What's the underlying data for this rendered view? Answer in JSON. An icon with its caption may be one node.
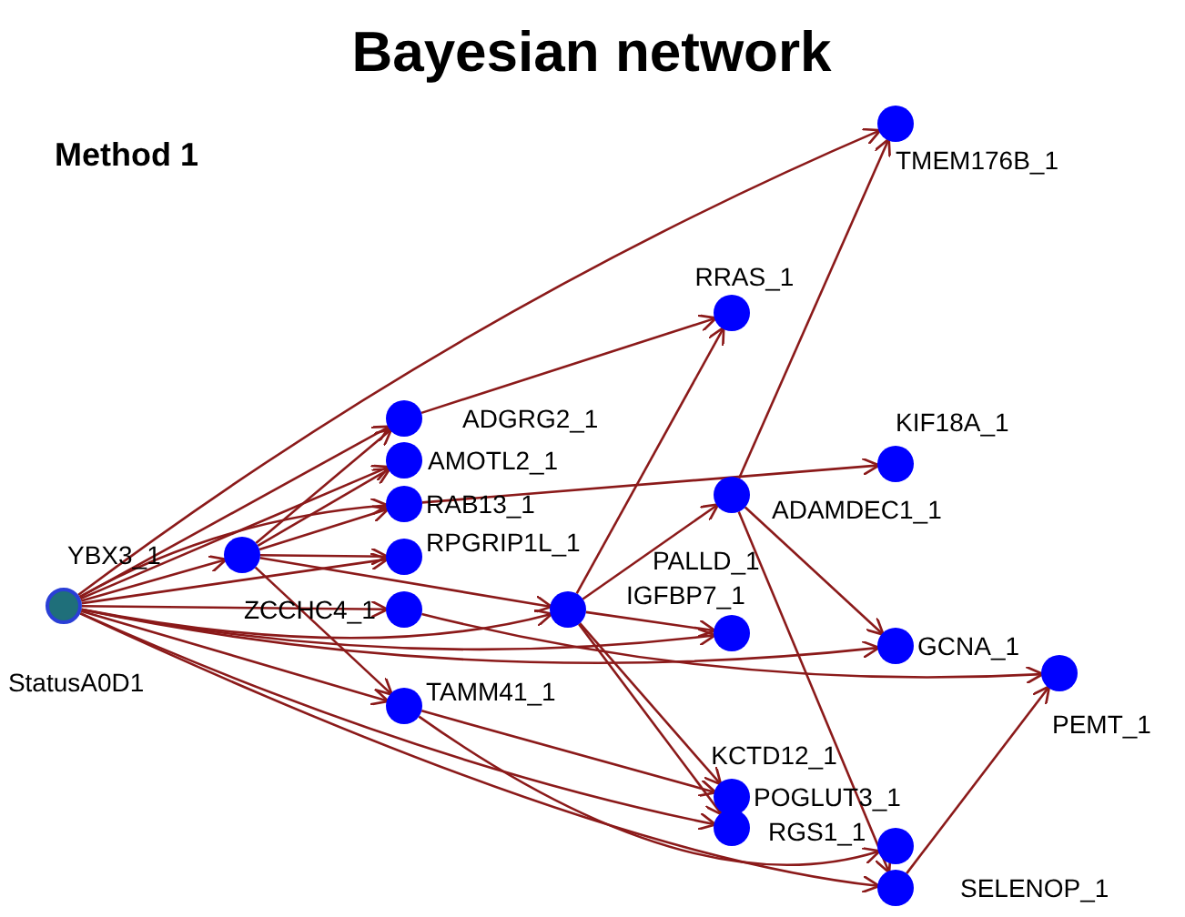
{
  "diagram": {
    "title": "Bayesian network",
    "nodes": [
      {
        "text": [
          "StatusA0D1"
        ]
      },
      {
        "text": [
          "ADGRG2_1"
        ]
      },
      {
        "text": [
          "AMOTL2_1"
        ]
      },
      {
        "text": [
          "RPGRIP1L_1"
        ]
      },
      {
        "text": [
          "RAB13_1"
        ]
      },
      {
        "text": [
          "YBX3_1"
        ]
      },
      {
        "text": [
          "ZCCHC4_1"
        ]
      },
      {
        "text": [
          "IGFBP7_1"
        ]
      },
      {
        "text": [
          "TAMM41_1"
        ]
      },
      {
        "text": [
          "TMEM176B_1"
        ]
      },
      {
        "text": [
          "RRAS_1"
        ]
      },
      {
        "text": [
          "KIF18A_1"
        ]
      },
      {
        "text": [
          "ADAMDEC1_1"
        ]
      },
      {
        "text": [
          "PALLD_1"
        ]
      },
      {
        "text": [
          "GCNA_1"
        ]
      },
      {
        "text": [
          "PEMT_1"
        ]
      },
      {
        "text": [
          "POGLUT3_1"
        ]
      },
      {
        "text": [
          "KCTD12_1"
        ]
      },
      {
        "text": [
          "RGS1_1"
        ]
      },
      {
        "text": [
          "SELENOP_1"
        ]
      }
    ],
    "edges": [
      {
        "from": 0,
        "to": 5,
        "arrow": "to"
      },
      {
        "from": 0,
        "to": 1,
        "arrow": "to"
      },
      {
        "from": 0,
        "to": 2,
        "arrow": "to"
      },
      {
        "from": 0,
        "to": 3,
        "arrow": "to"
      },
      {
        "from": 0,
        "to": 4,
        "arrow": "to"
      },
      {
        "from": 0,
        "to": 6,
        "arrow": "to"
      },
      {
        "from": 0,
        "to": 7,
        "arrow": "to"
      },
      {
        "from": 0,
        "to": 8,
        "arrow": "to"
      },
      {
        "from": 0,
        "to": 9,
        "arrow": "to"
      },
      {
        "from": 0,
        "to": 13,
        "arrow": "to"
      },
      {
        "from": 0,
        "to": 14,
        "arrow": "to"
      },
      {
        "from": 0,
        "to": 17,
        "arrow": "to"
      },
      {
        "from": 0,
        "to": 19,
        "arrow": "to"
      },
      {
        "from": 5,
        "to": 1,
        "arrow": "to"
      },
      {
        "from": 5,
        "to": 2,
        "arrow": "to"
      },
      {
        "from": 5,
        "to": 4,
        "arrow": "to"
      },
      {
        "from": 5,
        "to": 3,
        "arrow": "to"
      },
      {
        "from": 5,
        "to": 7,
        "arrow": "to"
      },
      {
        "from": 5,
        "to": 8,
        "arrow": "to"
      },
      {
        "from": 1,
        "to": 10,
        "arrow": "to"
      },
      {
        "from": 4,
        "to": 11,
        "arrow": "to"
      },
      {
        "from": 7,
        "to": 10,
        "arrow": "to"
      },
      {
        "from": 7,
        "to": 12,
        "arrow": "to"
      },
      {
        "from": 7,
        "to": 13,
        "arrow": "to"
      },
      {
        "from": 7,
        "to": 16,
        "arrow": "to"
      },
      {
        "from": 7,
        "to": 17,
        "arrow": "to"
      },
      {
        "from": 12,
        "to": 9,
        "arrow": "to"
      },
      {
        "from": 12,
        "to": 14,
        "arrow": "to"
      },
      {
        "from": 12,
        "to": 19,
        "arrow": "to"
      },
      {
        "from": 6,
        "to": 15,
        "arrow": "to"
      },
      {
        "from": 8,
        "to": 16,
        "arrow": "to"
      },
      {
        "from": 8,
        "to": 18,
        "arrow": "to"
      },
      {
        "from": 19,
        "to": 15,
        "arrow": "to"
      }
    ],
    "labels": [
      "Method 1"
    ]
  }
}
